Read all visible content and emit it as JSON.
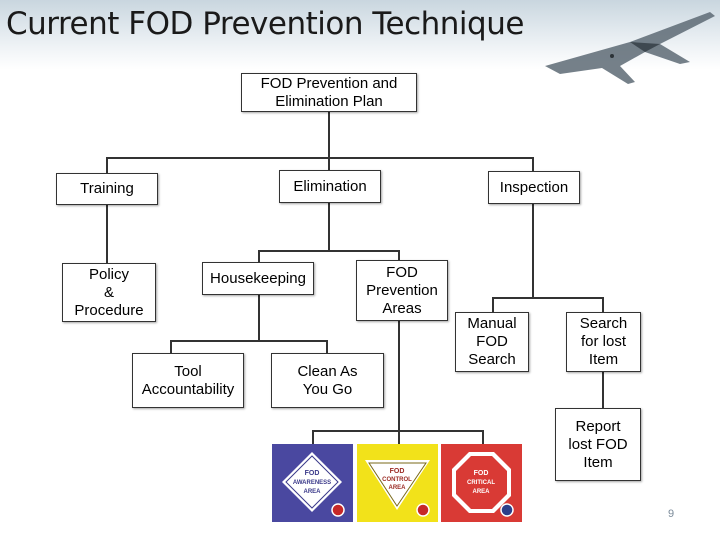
{
  "slide": {
    "title": "Current FOD Prevention Technique",
    "page_number": "9"
  },
  "nodes": {
    "plan": "FOD Prevention and\nElimination Plan",
    "training": "Training",
    "elimination": "Elimination",
    "inspection": "Inspection",
    "policy": "Policy\n&\nProcedure",
    "housekeeping": "Housekeeping",
    "fod_areas": "FOD\nPrevention\nAreas",
    "manual_search": "Manual\nFOD\nSearch",
    "search_lost": "Search\nfor lost\nItem",
    "tool_accountability": "Tool\nAccountability",
    "clean_as_you_go": "Clean As\nYou Go",
    "report_lost": "Report\nlost FOD\nItem"
  },
  "signs": [
    {
      "lines": [
        "FOD",
        "AWARENESS",
        "AREA"
      ],
      "background": "#4a48a0",
      "shape": "diamond"
    },
    {
      "lines": [
        "FOD",
        "CONTROL",
        "AREA"
      ],
      "background": "#f2e21a",
      "shape": "triangle"
    },
    {
      "lines": [
        "FOD",
        "CRITICAL",
        "AREA"
      ],
      "background": "#d93a35",
      "shape": "octagon"
    }
  ],
  "colors": {
    "connector": "#333333"
  }
}
